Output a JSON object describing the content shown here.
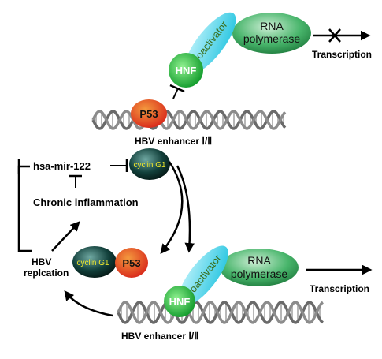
{
  "top": {
    "rna_polymerase": [
      "RNA",
      "polymerase"
    ],
    "coactivator": "coactivator",
    "hnf": "HNF",
    "p53": "P53",
    "transcription": "Transcription",
    "enhancer": "HBV enhancer Ⅰ/Ⅱ"
  },
  "middle": {
    "mir122": "hsa-mir-122",
    "cyclin": "cyclin G1",
    "inflammation": "Chronic inflammation",
    "hbv_replication": [
      "HBV",
      "replcation"
    ]
  },
  "bottom": {
    "cyclin": "cyclin G1",
    "p53": "P53",
    "hnf": "HNF",
    "coactivator": "coactivator",
    "rna_polymerase": [
      "RNA",
      "polymerase"
    ],
    "transcription": "Transcription",
    "enhancer": "HBV enhancer Ⅰ/Ⅱ"
  },
  "colors": {
    "hnf": "#1fc23a",
    "coactivator": "#3fd8ef",
    "rna_polymerase": "#2fa85a",
    "p53": "#e8541c",
    "cyclin": "#0c3a34",
    "cyclin_text": "#f2e82a",
    "dna": "#7a7a7a",
    "arrow": "#000000"
  }
}
